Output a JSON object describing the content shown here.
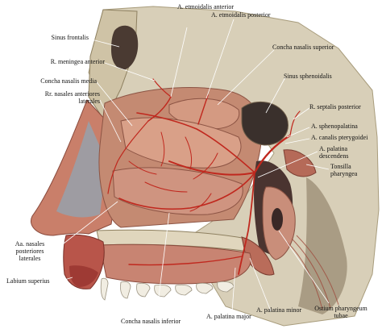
{
  "colors": {
    "bone": "#d8cfb8",
    "bone_shadow": "#a89c7c",
    "cavity": "#3a302c",
    "mucosa": "#c48a72",
    "concha": "#d49a82",
    "artery": "#c0281e",
    "skin": "#c97f6a",
    "lip": "#b8554a",
    "tooth": "#f1ede2",
    "muscle": "#9e4a3c",
    "leader": "#ffffff"
  },
  "labels": {
    "a_ethmoidalis_anterior": "A. etmoidalis anterior",
    "a_ethmoidalis_posterior": "A. etmoidalis posterior",
    "sinus_frontalis": "Sinus frontalis",
    "concha_nasalis_superior": "Concha nasalis superior",
    "r_meningea_anterior": "R. meningea anterior",
    "sinus_sphenoidalis": "Sinus sphenoidalis",
    "concha_nasalis_media": "Concha nasalis media",
    "rr_nasales_anteriores_laterales": "Rr. nasales anteriores\nlaterales",
    "r_septalis_posterior": "R. septalis posterior",
    "a_sphenopalatina": "A. sphenopalatina",
    "a_canalis_pterygoidei": "A. canalis pterygoidei",
    "a_palatina_descendens": "A. palatina\ndescendens",
    "tonsilla_pharyngea": "Tonsilla\npharyngea",
    "aa_nasales_posteriores_laterales": "Aa. nasales\nposteriores\nlaterales",
    "labium_superius": "Labium superius",
    "a_palatina_major": "A. palatina major",
    "a_palatina_minor": "A. palatina minor",
    "concha_nasalis_inferior": "Concha nasalis inferior",
    "ostium_pharyngeum_tubae": "Ostium pharyngeum\ntubae"
  }
}
